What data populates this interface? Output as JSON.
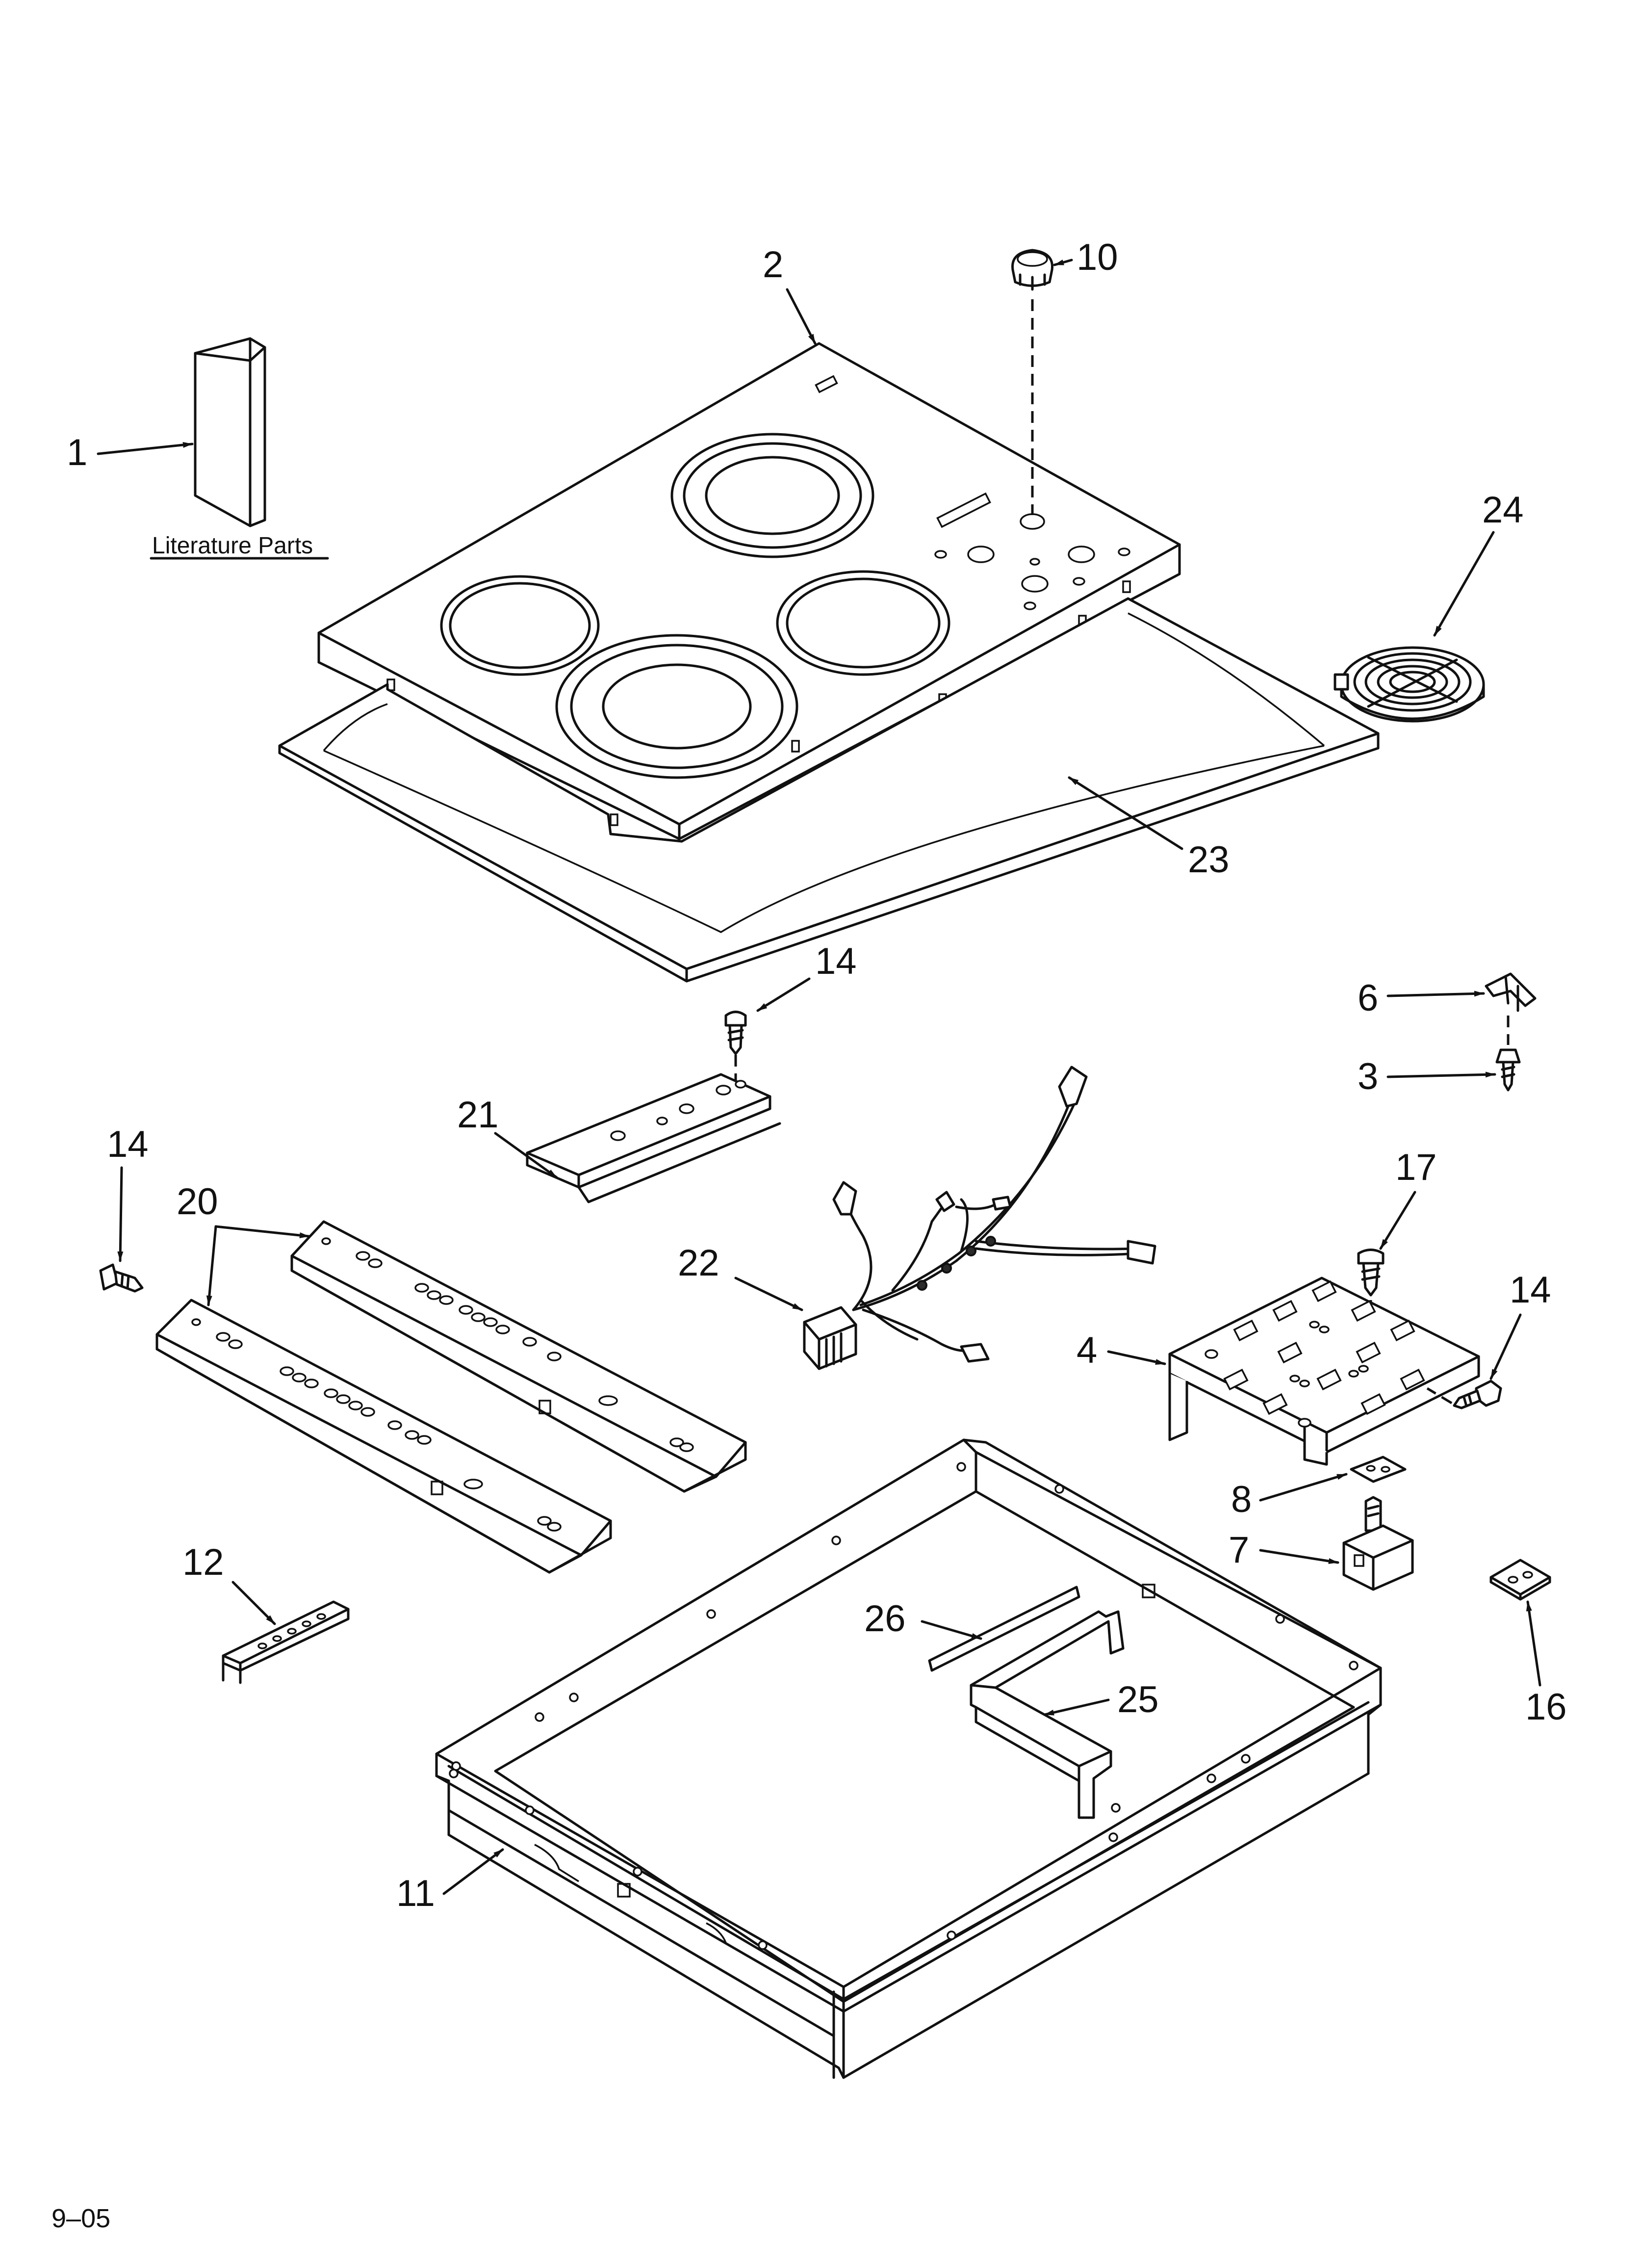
{
  "literature_label": "Literature Parts",
  "revision": "9–05",
  "callouts": {
    "c1": "1",
    "c2": "2",
    "c3": "3",
    "c4": "4",
    "c6": "6",
    "c7": "7",
    "c8": "8",
    "c10": "10",
    "c11": "11",
    "c12": "12",
    "c14a": "14",
    "c14b": "14",
    "c14c": "14",
    "c16": "16",
    "c17": "17",
    "c20": "20",
    "c21": "21",
    "c22": "22",
    "c23": "23",
    "c24": "24",
    "c25": "25",
    "c26": "26"
  },
  "colors": {
    "ink": "#111111",
    "paper": "#ffffff"
  }
}
